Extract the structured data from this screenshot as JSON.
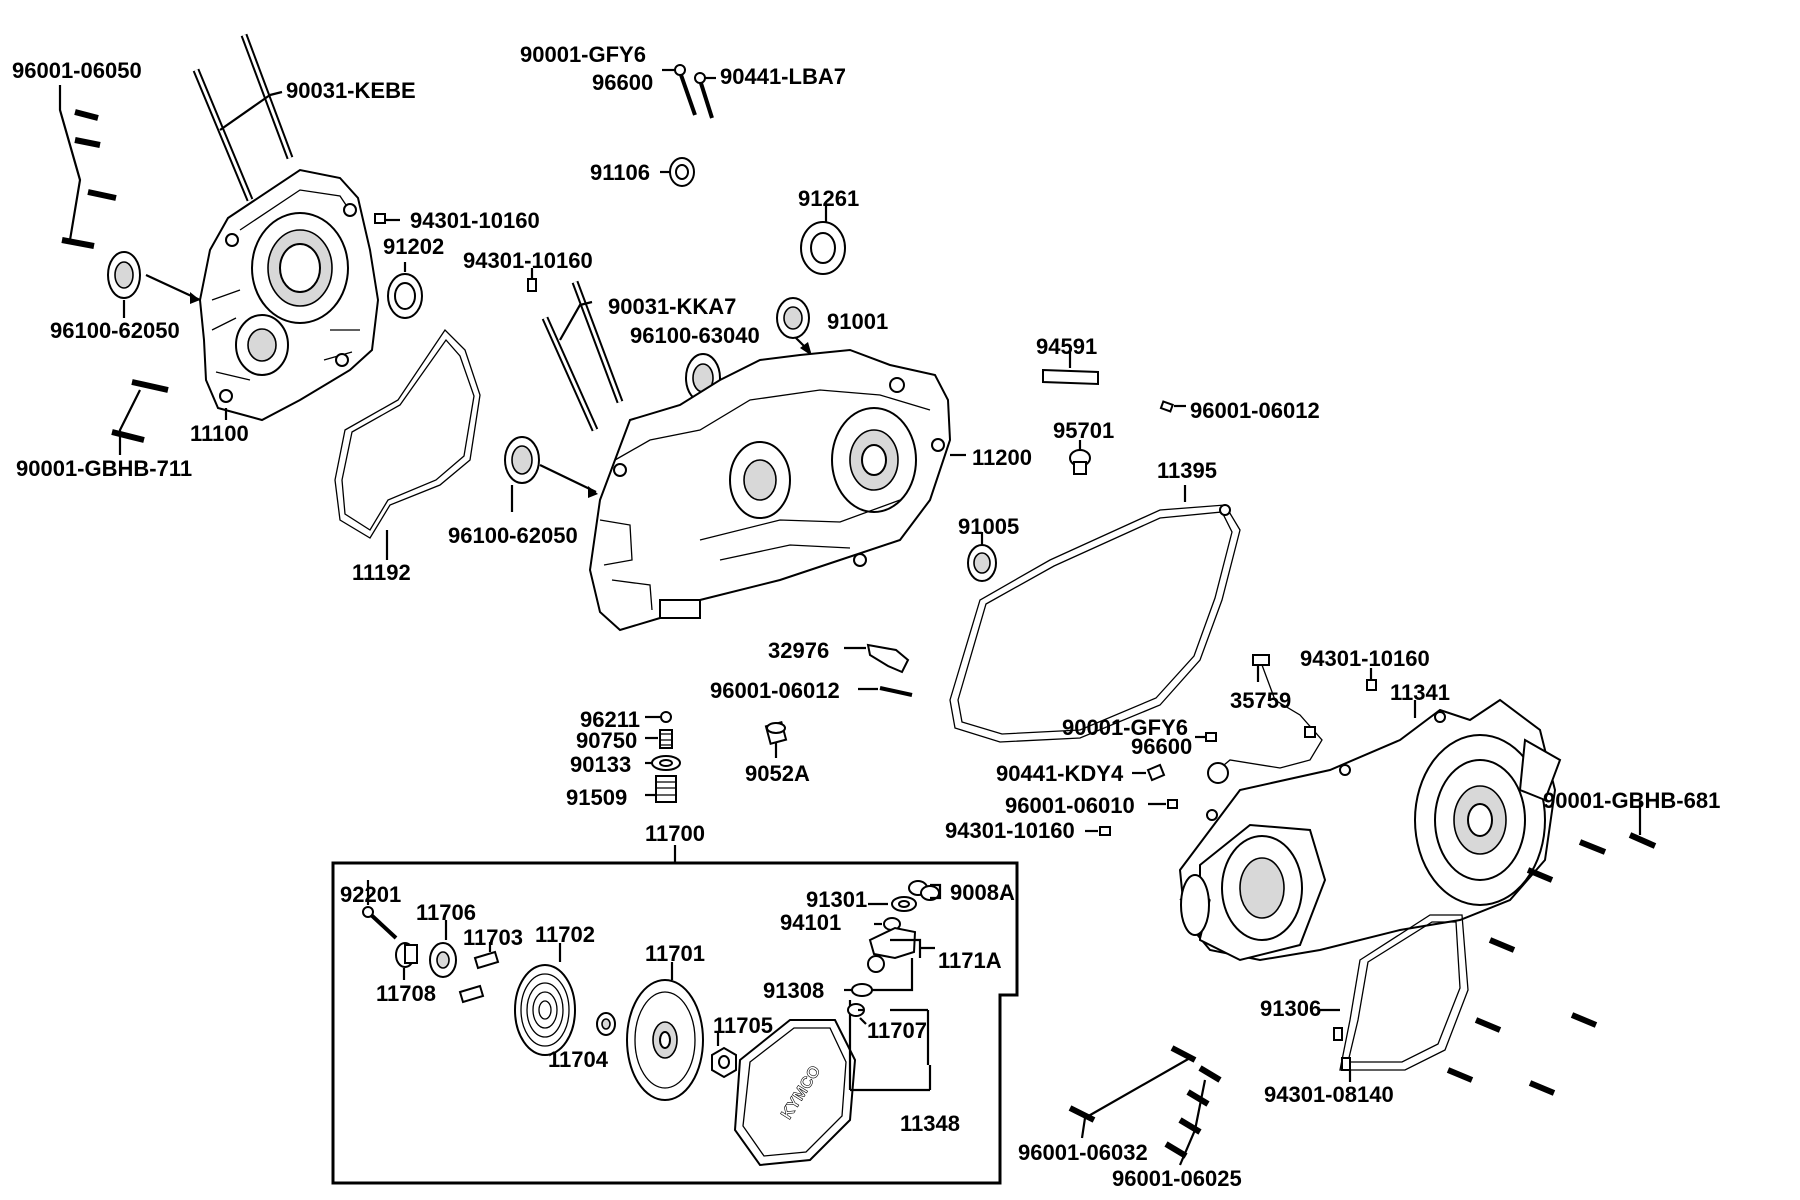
{
  "diagram": {
    "labels": {
      "l_96001_06050": "96001-06050",
      "l_90031_KEBE": "90031-KEBE",
      "l_90001_GFY6_a": "90001-GFY6",
      "l_96600_a": "96600",
      "l_90441_LBA7": "90441-LBA7",
      "l_91106": "91106",
      "l_91261": "91261",
      "l_94301_10160_a": "94301-10160",
      "l_91202": "91202",
      "l_94301_10160_b": "94301-10160",
      "l_90031_KKA7": "90031-KKA7",
      "l_91001": "91001",
      "l_96100_63040": "96100-63040",
      "l_96100_62050_a": "96100-62050",
      "l_11100": "11100",
      "l_90001_GBHB_711": "90001-GBHB-711",
      "l_94591": "94591",
      "l_96001_06012_a": "96001-06012",
      "l_95701": "95701",
      "l_11200": "11200",
      "l_11395": "11395",
      "l_96100_62050_b": "96100-62050",
      "l_11192": "11192",
      "l_91005": "91005",
      "l_32976": "32976",
      "l_96001_06012_b": "96001-06012",
      "l_94301_10160_c": "94301-10160",
      "l_35759": "35759",
      "l_11341": "11341",
      "l_96211": "96211",
      "l_90750": "90750",
      "l_90133": "90133",
      "l_91509": "91509",
      "l_9052A": "9052A",
      "l_90001_GFY6_b": "90001-GFY6",
      "l_96600_b": "96600",
      "l_90441_KDY4": "90441-KDY4",
      "l_96001_06010": "96001-06010",
      "l_94301_10160_d": "94301-10160",
      "l_90001_GBHB_681": "90001-GBHB-681",
      "l_11700": "11700",
      "l_92201": "92201",
      "l_11706": "11706",
      "l_11703": "11703",
      "l_11702": "11702",
      "l_11701": "11701",
      "l_91301": "91301",
      "l_9008A": "9008A",
      "l_94101": "94101",
      "l_1171A": "1171A",
      "l_91308": "91308",
      "l_11708": "11708",
      "l_11705": "11705",
      "l_11707": "11707",
      "l_11704": "11704",
      "l_11348": "11348",
      "l_91306": "91306",
      "l_94301_08140": "94301-08140",
      "l_96001_06032": "96001-06032",
      "l_96001_06025": "96001-06025"
    },
    "cover_logo": "KYMCO"
  }
}
